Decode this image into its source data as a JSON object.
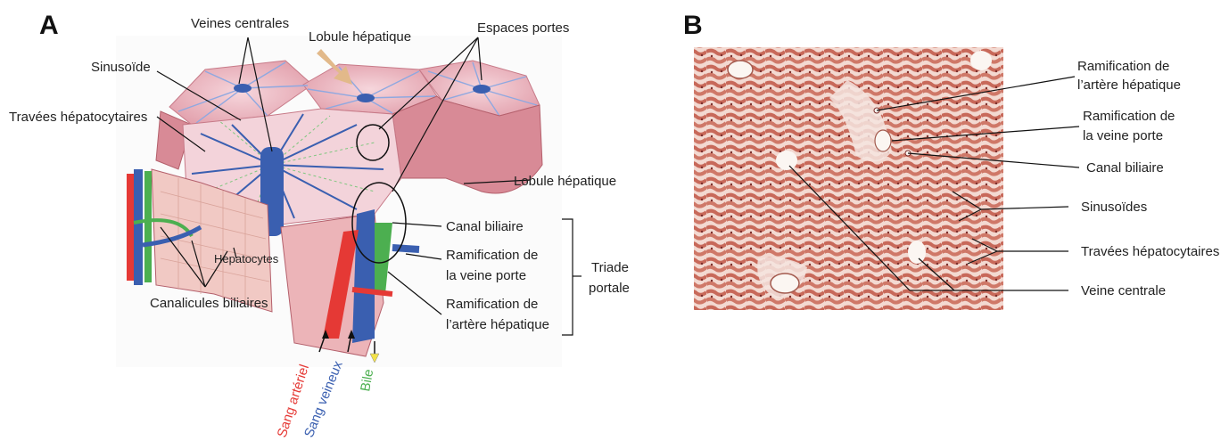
{
  "panel_a": {
    "letter": "A",
    "labels": {
      "veines_centrales": "Veines centrales",
      "lobule_top": "Lobule hépatique",
      "espaces_portes": "Espaces portes",
      "sinusoide": "Sinusoïde",
      "travees": "Travées hépatocytaires",
      "lobule_right": "Lobule hépatique",
      "canal_biliaire": "Canal biliaire",
      "ram_veine_1": "Ramification de",
      "ram_veine_2": "la veine porte",
      "ram_artere_1": "Ramification de",
      "ram_artere_2": "l’artère hépatique",
      "triade_1": "Triade",
      "triade_2": "portale",
      "hepatocytes": "Hepatocytes",
      "canalicules": "Canalicules biliaires",
      "sang_arteriel": "Sang artériel",
      "sang_veineux": "Sang veineux",
      "bile": "Bile"
    },
    "colors": {
      "arterial": "#e53935",
      "venous": "#3a5fb0",
      "bile": "#4caf50",
      "lobule": "#e9a9b3"
    }
  },
  "panel_b": {
    "letter": "B",
    "labels": {
      "ram_artere_1": "Ramification de",
      "ram_artere_2": "l’artère hépatique",
      "ram_veine_1": "Ramification de",
      "ram_veine_2": "la veine porte",
      "canal_biliaire": "Canal biliaire",
      "sinusoides": "Sinusoïdes",
      "travees": "Travées hépatocytaires",
      "veine_centrale": "Veine centrale"
    },
    "colors": {
      "tissue": "#d98a7c",
      "tissue_dark": "#b35a4c",
      "background": "#f6e2dc"
    }
  }
}
